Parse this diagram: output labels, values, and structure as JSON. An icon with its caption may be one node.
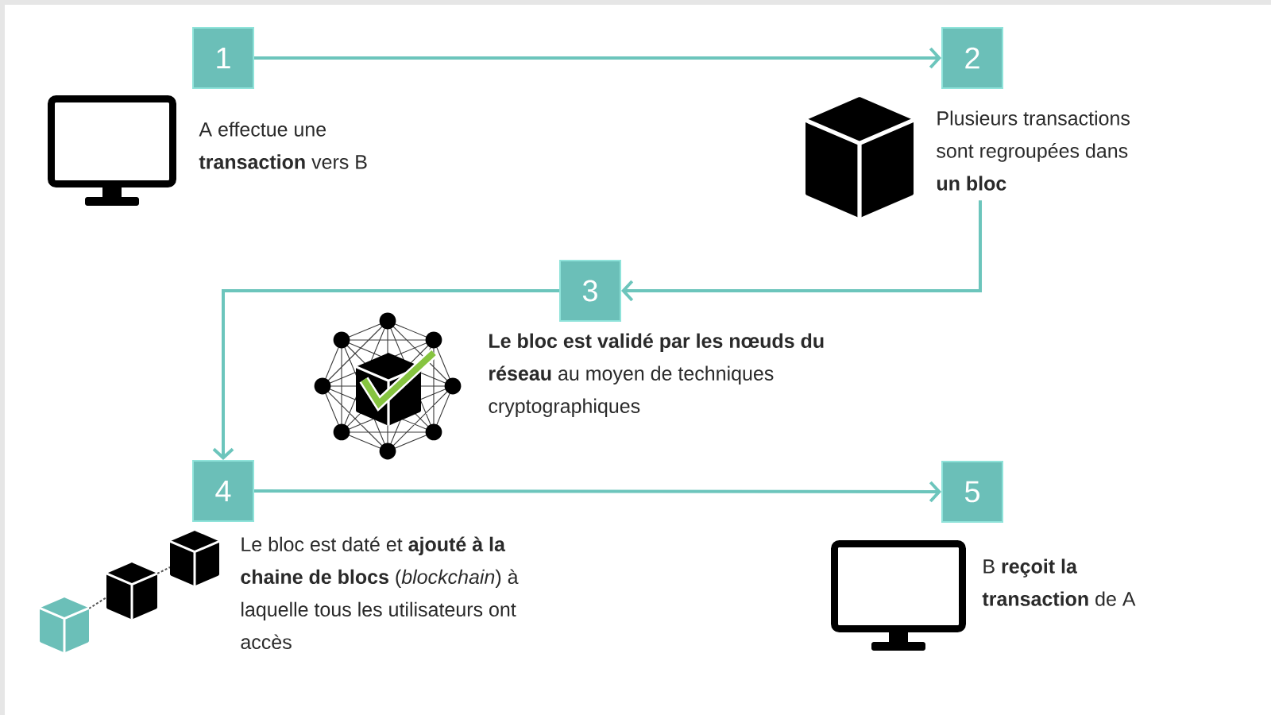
{
  "diagram": {
    "nodes": [
      {
        "text": [
          "1"
        ]
      },
      {
        "text": [
          "A effectue une **transaction** vers B"
        ]
      },
      {
        "text": [
          "2"
        ]
      },
      {
        "text": [
          "Plusieurs transactions sont regroupées dans **un bloc**"
        ]
      },
      {
        "text": [
          "3"
        ]
      },
      {
        "text": [
          "**Le bloc est validé par les nœuds du réseau** au moyen de techniques cryptographiques"
        ]
      },
      {
        "text": [
          "4"
        ]
      },
      {
        "text": [
          "Le bloc est daté et **ajouté à la chaine de blocs** (*blockchain*) à laquelle tous les utilisateurs ont accès"
        ]
      },
      {
        "text": [
          "5"
        ]
      },
      {
        "text": [
          "B **reçoit la transaction** de A"
        ]
      }
    ],
    "edges": [
      {
        "from": 0,
        "to": 2,
        "arrow": "to"
      },
      {
        "from": 3,
        "to": 4,
        "arrow": "to"
      },
      {
        "from": 4,
        "to": 6,
        "arrow": "to"
      },
      {
        "from": 6,
        "to": 8,
        "arrow": "to"
      }
    ]
  }
}
